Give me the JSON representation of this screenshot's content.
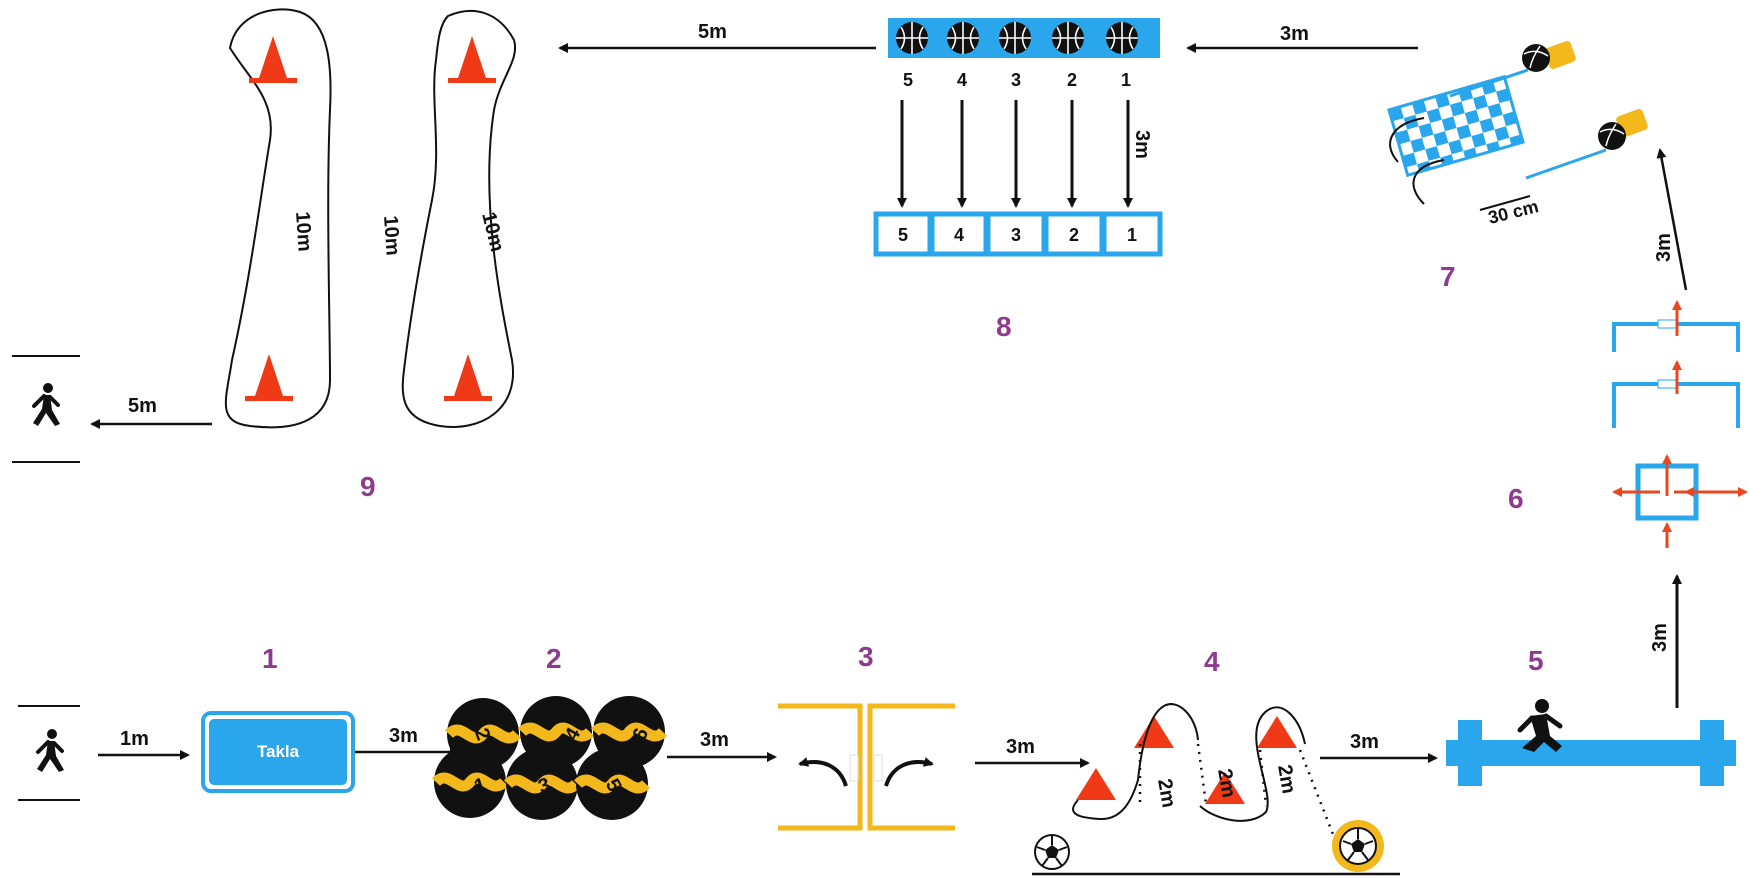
{
  "colors": {
    "station_number": "#8e3a8e",
    "blue": "#2aa7ec",
    "cone_red": "#f03a17",
    "ring_yellow": "#f2b81c",
    "ball_black": "#111111",
    "arrow_red": "#e8471f"
  },
  "stations": [
    "1",
    "2",
    "3",
    "4",
    "5",
    "6",
    "7",
    "8",
    "9"
  ],
  "distances": {
    "start_to_1": "1m",
    "s1_to_s2": "3m",
    "s2_to_s3": "3m",
    "s3_to_s4": "3m",
    "s4_to_s5": "3m",
    "s5_to_s6": "3m",
    "s6_to_s7": "3m",
    "s7_to_s8": "3m",
    "s8_drop": "3m",
    "s8_to_s9": "5m",
    "s9_to_finish": "5m",
    "s9_lane_a": "10m",
    "s9_lane_b": "10m",
    "s9_lane_c": "10m",
    "s4_gap_a": "2m",
    "s4_gap_b": "2m",
    "s4_gap_c": "2m",
    "s7_net": "30 cm"
  },
  "station1": {
    "label": "Takla"
  },
  "station2": {
    "ball_numbers": [
      "2",
      "4",
      "6",
      "1",
      "3",
      "5"
    ]
  },
  "station8": {
    "top_numbers": [
      "5",
      "4",
      "3",
      "2",
      "1"
    ],
    "box_numbers": [
      "5",
      "4",
      "3",
      "2",
      "1"
    ]
  },
  "icons": [
    "walking-person-icon",
    "running-person-icon",
    "traffic-cone-icon",
    "basketball-icon",
    "soccer-ball-icon",
    "volleyball-icon",
    "hurdle-icon",
    "rotate-arrow-icon",
    "agility-ladder-icon"
  ]
}
